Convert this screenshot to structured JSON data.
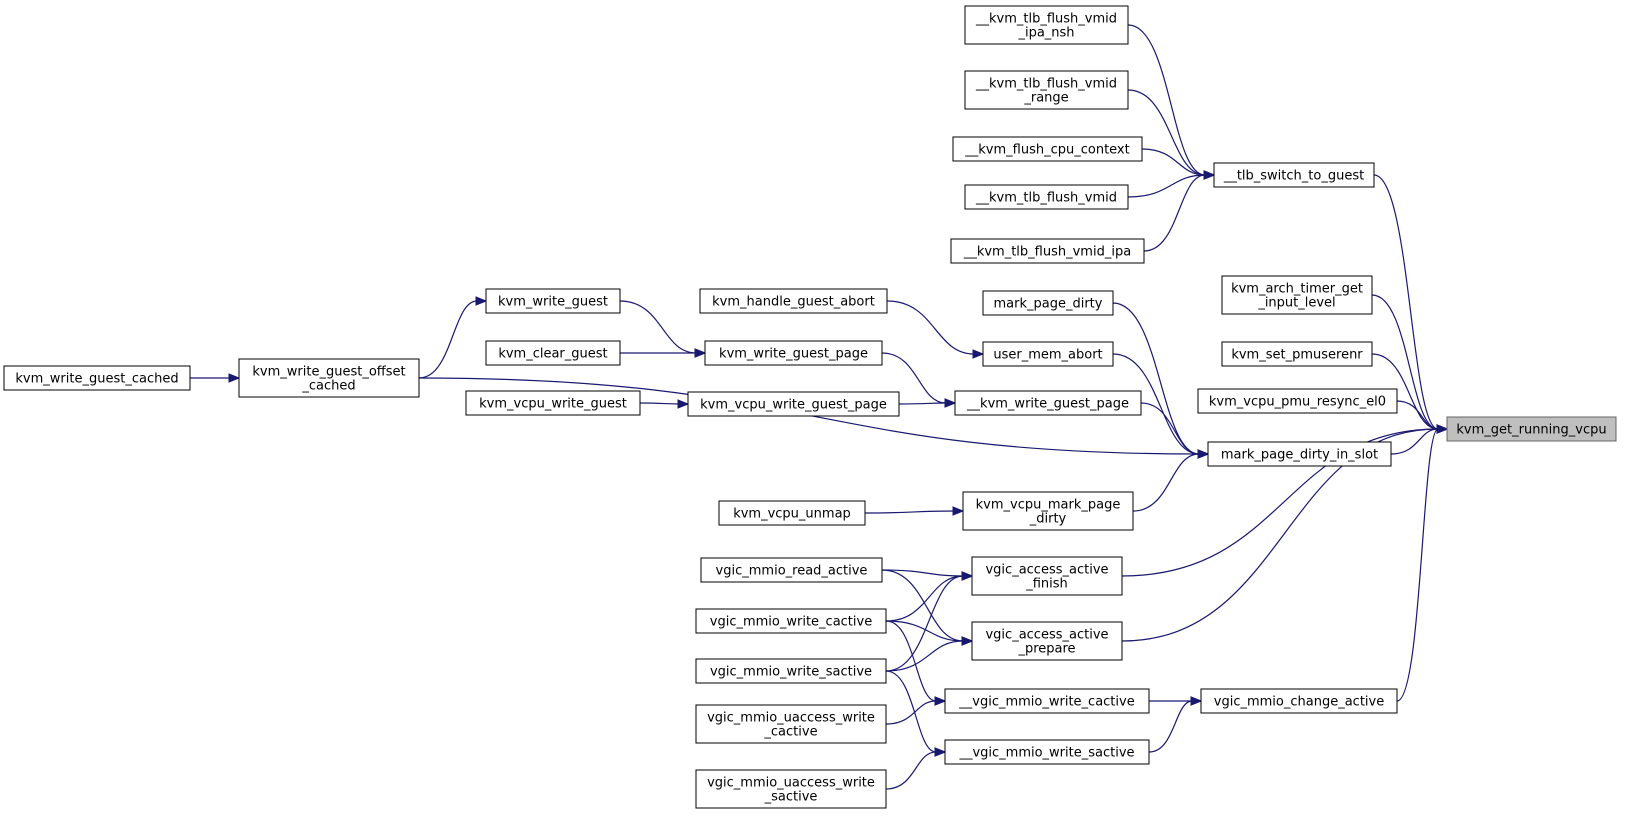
{
  "colors": {
    "edge": "#191970",
    "root_fill": "#bfbfbf",
    "node_fill": "#ffffff",
    "node_stroke": "#000000"
  },
  "nodes": [
    {
      "id": "kvm_get_running_vcpu",
      "lines": [
        "kvm_get_running_vcpu"
      ],
      "root": true
    },
    {
      "id": "__tlb_switch_to_guest",
      "lines": [
        "__tlb_switch_to_guest"
      ]
    },
    {
      "id": "kvm_arch_timer_get_input_level",
      "lines": [
        "kvm_arch_timer_get",
        "_input_level"
      ]
    },
    {
      "id": "kvm_set_pmuserenr",
      "lines": [
        "kvm_set_pmuserenr"
      ]
    },
    {
      "id": "kvm_vcpu_pmu_resync_el0",
      "lines": [
        "kvm_vcpu_pmu_resync_el0"
      ]
    },
    {
      "id": "mark_page_dirty_in_slot",
      "lines": [
        "mark_page_dirty_in_slot"
      ]
    },
    {
      "id": "vgic_mmio_change_active",
      "lines": [
        "vgic_mmio_change_active"
      ]
    },
    {
      "id": "__kvm_tlb_flush_vmid_ipa_nsh",
      "lines": [
        "__kvm_tlb_flush_vmid",
        "_ipa_nsh"
      ]
    },
    {
      "id": "__kvm_tlb_flush_vmid_range",
      "lines": [
        "__kvm_tlb_flush_vmid",
        "_range"
      ]
    },
    {
      "id": "__kvm_flush_cpu_context",
      "lines": [
        "__kvm_flush_cpu_context"
      ]
    },
    {
      "id": "__kvm_tlb_flush_vmid",
      "lines": [
        "__kvm_tlb_flush_vmid"
      ]
    },
    {
      "id": "__kvm_tlb_flush_vmid_ipa",
      "lines": [
        "__kvm_tlb_flush_vmid_ipa"
      ]
    },
    {
      "id": "mark_page_dirty",
      "lines": [
        "mark_page_dirty"
      ]
    },
    {
      "id": "user_mem_abort",
      "lines": [
        "user_mem_abort"
      ]
    },
    {
      "id": "__kvm_write_guest_page",
      "lines": [
        "__kvm_write_guest_page"
      ]
    },
    {
      "id": "kvm_vcpu_mark_page_dirty",
      "lines": [
        "kvm_vcpu_mark_page",
        "_dirty"
      ]
    },
    {
      "id": "vgic_access_active_finish",
      "lines": [
        "vgic_access_active",
        "_finish"
      ]
    },
    {
      "id": "vgic_access_active_prepare",
      "lines": [
        "vgic_access_active",
        "_prepare"
      ]
    },
    {
      "id": "__vgic_mmio_write_cactive",
      "lines": [
        "__vgic_mmio_write_cactive"
      ]
    },
    {
      "id": "__vgic_mmio_write_sactive",
      "lines": [
        "__vgic_mmio_write_sactive"
      ]
    },
    {
      "id": "kvm_handle_guest_abort",
      "lines": [
        "kvm_handle_guest_abort"
      ]
    },
    {
      "id": "kvm_write_guest_page",
      "lines": [
        "kvm_write_guest_page"
      ]
    },
    {
      "id": "kvm_vcpu_write_guest_page",
      "lines": [
        "kvm_vcpu_write_guest_page"
      ]
    },
    {
      "id": "kvm_write_guest",
      "lines": [
        "kvm_write_guest"
      ]
    },
    {
      "id": "kvm_clear_guest",
      "lines": [
        "kvm_clear_guest"
      ]
    },
    {
      "id": "kvm_vcpu_write_guest",
      "lines": [
        "kvm_vcpu_write_guest"
      ]
    },
    {
      "id": "kvm_write_guest_offset_cached",
      "lines": [
        "kvm_write_guest_offset",
        "_cached"
      ]
    },
    {
      "id": "kvm_write_guest_cached",
      "lines": [
        "kvm_write_guest_cached"
      ]
    },
    {
      "id": "kvm_vcpu_unmap",
      "lines": [
        "kvm_vcpu_unmap"
      ]
    },
    {
      "id": "vgic_mmio_read_active",
      "lines": [
        "vgic_mmio_read_active"
      ]
    },
    {
      "id": "vgic_mmio_write_cactive",
      "lines": [
        "vgic_mmio_write_cactive"
      ]
    },
    {
      "id": "vgic_mmio_write_sactive",
      "lines": [
        "vgic_mmio_write_sactive"
      ]
    },
    {
      "id": "vgic_mmio_uaccess_write_cactive",
      "lines": [
        "vgic_mmio_uaccess_write",
        "_cactive"
      ]
    },
    {
      "id": "vgic_mmio_uaccess_write_sactive",
      "lines": [
        "vgic_mmio_uaccess_write",
        "_sactive"
      ]
    }
  ],
  "edges": [
    {
      "from": "__tlb_switch_to_guest",
      "to": "kvm_get_running_vcpu"
    },
    {
      "from": "kvm_arch_timer_get_input_level",
      "to": "kvm_get_running_vcpu"
    },
    {
      "from": "kvm_set_pmuserenr",
      "to": "kvm_get_running_vcpu"
    },
    {
      "from": "kvm_vcpu_pmu_resync_el0",
      "to": "kvm_get_running_vcpu"
    },
    {
      "from": "mark_page_dirty_in_slot",
      "to": "kvm_get_running_vcpu"
    },
    {
      "from": "vgic_access_active_finish",
      "to": "kvm_get_running_vcpu"
    },
    {
      "from": "vgic_access_active_prepare",
      "to": "kvm_get_running_vcpu"
    },
    {
      "from": "vgic_mmio_change_active",
      "to": "kvm_get_running_vcpu"
    },
    {
      "from": "__kvm_tlb_flush_vmid_ipa_nsh",
      "to": "__tlb_switch_to_guest"
    },
    {
      "from": "__kvm_tlb_flush_vmid_range",
      "to": "__tlb_switch_to_guest"
    },
    {
      "from": "__kvm_flush_cpu_context",
      "to": "__tlb_switch_to_guest"
    },
    {
      "from": "__kvm_tlb_flush_vmid",
      "to": "__tlb_switch_to_guest"
    },
    {
      "from": "__kvm_tlb_flush_vmid_ipa",
      "to": "__tlb_switch_to_guest"
    },
    {
      "from": "mark_page_dirty",
      "to": "mark_page_dirty_in_slot"
    },
    {
      "from": "user_mem_abort",
      "to": "mark_page_dirty_in_slot"
    },
    {
      "from": "__kvm_write_guest_page",
      "to": "mark_page_dirty_in_slot"
    },
    {
      "from": "kvm_write_guest_offset_cached",
      "to": "mark_page_dirty_in_slot"
    },
    {
      "from": "kvm_vcpu_mark_page_dirty",
      "to": "mark_page_dirty_in_slot"
    },
    {
      "from": "kvm_handle_guest_abort",
      "to": "user_mem_abort"
    },
    {
      "from": "kvm_write_guest_page",
      "to": "__kvm_write_guest_page"
    },
    {
      "from": "kvm_vcpu_write_guest_page",
      "to": "__kvm_write_guest_page"
    },
    {
      "from": "kvm_write_guest",
      "to": "kvm_write_guest_page"
    },
    {
      "from": "kvm_clear_guest",
      "to": "kvm_write_guest_page"
    },
    {
      "from": "kvm_vcpu_write_guest",
      "to": "kvm_vcpu_write_guest_page"
    },
    {
      "from": "kvm_write_guest_offset_cached",
      "to": "kvm_write_guest"
    },
    {
      "from": "kvm_write_guest_cached",
      "to": "kvm_write_guest_offset_cached"
    },
    {
      "from": "kvm_vcpu_unmap",
      "to": "kvm_vcpu_mark_page_dirty"
    },
    {
      "from": "vgic_mmio_read_active",
      "to": "vgic_access_active_finish"
    },
    {
      "from": "vgic_mmio_write_cactive",
      "to": "vgic_access_active_finish"
    },
    {
      "from": "vgic_mmio_write_sactive",
      "to": "vgic_access_active_finish"
    },
    {
      "from": "vgic_mmio_read_active",
      "to": "vgic_access_active_prepare"
    },
    {
      "from": "vgic_mmio_write_cactive",
      "to": "vgic_access_active_prepare"
    },
    {
      "from": "vgic_mmio_write_sactive",
      "to": "vgic_access_active_prepare"
    },
    {
      "from": "vgic_mmio_write_cactive",
      "to": "__vgic_mmio_write_cactive"
    },
    {
      "from": "vgic_mmio_uaccess_write_cactive",
      "to": "__vgic_mmio_write_cactive"
    },
    {
      "from": "vgic_mmio_write_sactive",
      "to": "__vgic_mmio_write_sactive"
    },
    {
      "from": "vgic_mmio_uaccess_write_sactive",
      "to": "__vgic_mmio_write_sactive"
    },
    {
      "from": "__vgic_mmio_write_cactive",
      "to": "vgic_mmio_change_active"
    },
    {
      "from": "__vgic_mmio_write_sactive",
      "to": "vgic_mmio_change_active"
    }
  ]
}
